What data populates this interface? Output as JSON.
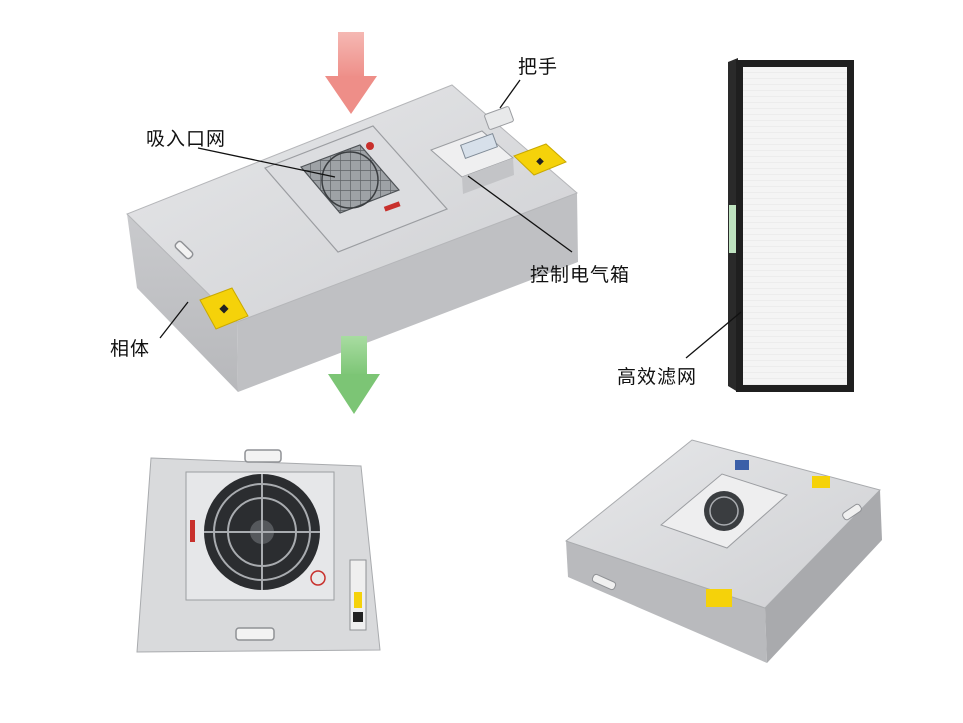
{
  "labels": {
    "suction_inlet_mesh": "吸入口网",
    "handle": "把手",
    "control_box": "控制电气箱",
    "housing": "相体",
    "hepa_filter": "高效滤网"
  },
  "colors": {
    "inflow_arrow": "#f3a6a0",
    "outflow_arrow": "#92d38d",
    "warning_sticker": "#f5d20a",
    "housing_metal": "#d4d5d7",
    "filter_frame": "#1f1f1f"
  },
  "icons": {
    "inflow": "arrow-down-icon",
    "outflow": "arrow-down-icon",
    "warning": "warning-sticker-icon",
    "fan": "fan-grille-icon"
  }
}
